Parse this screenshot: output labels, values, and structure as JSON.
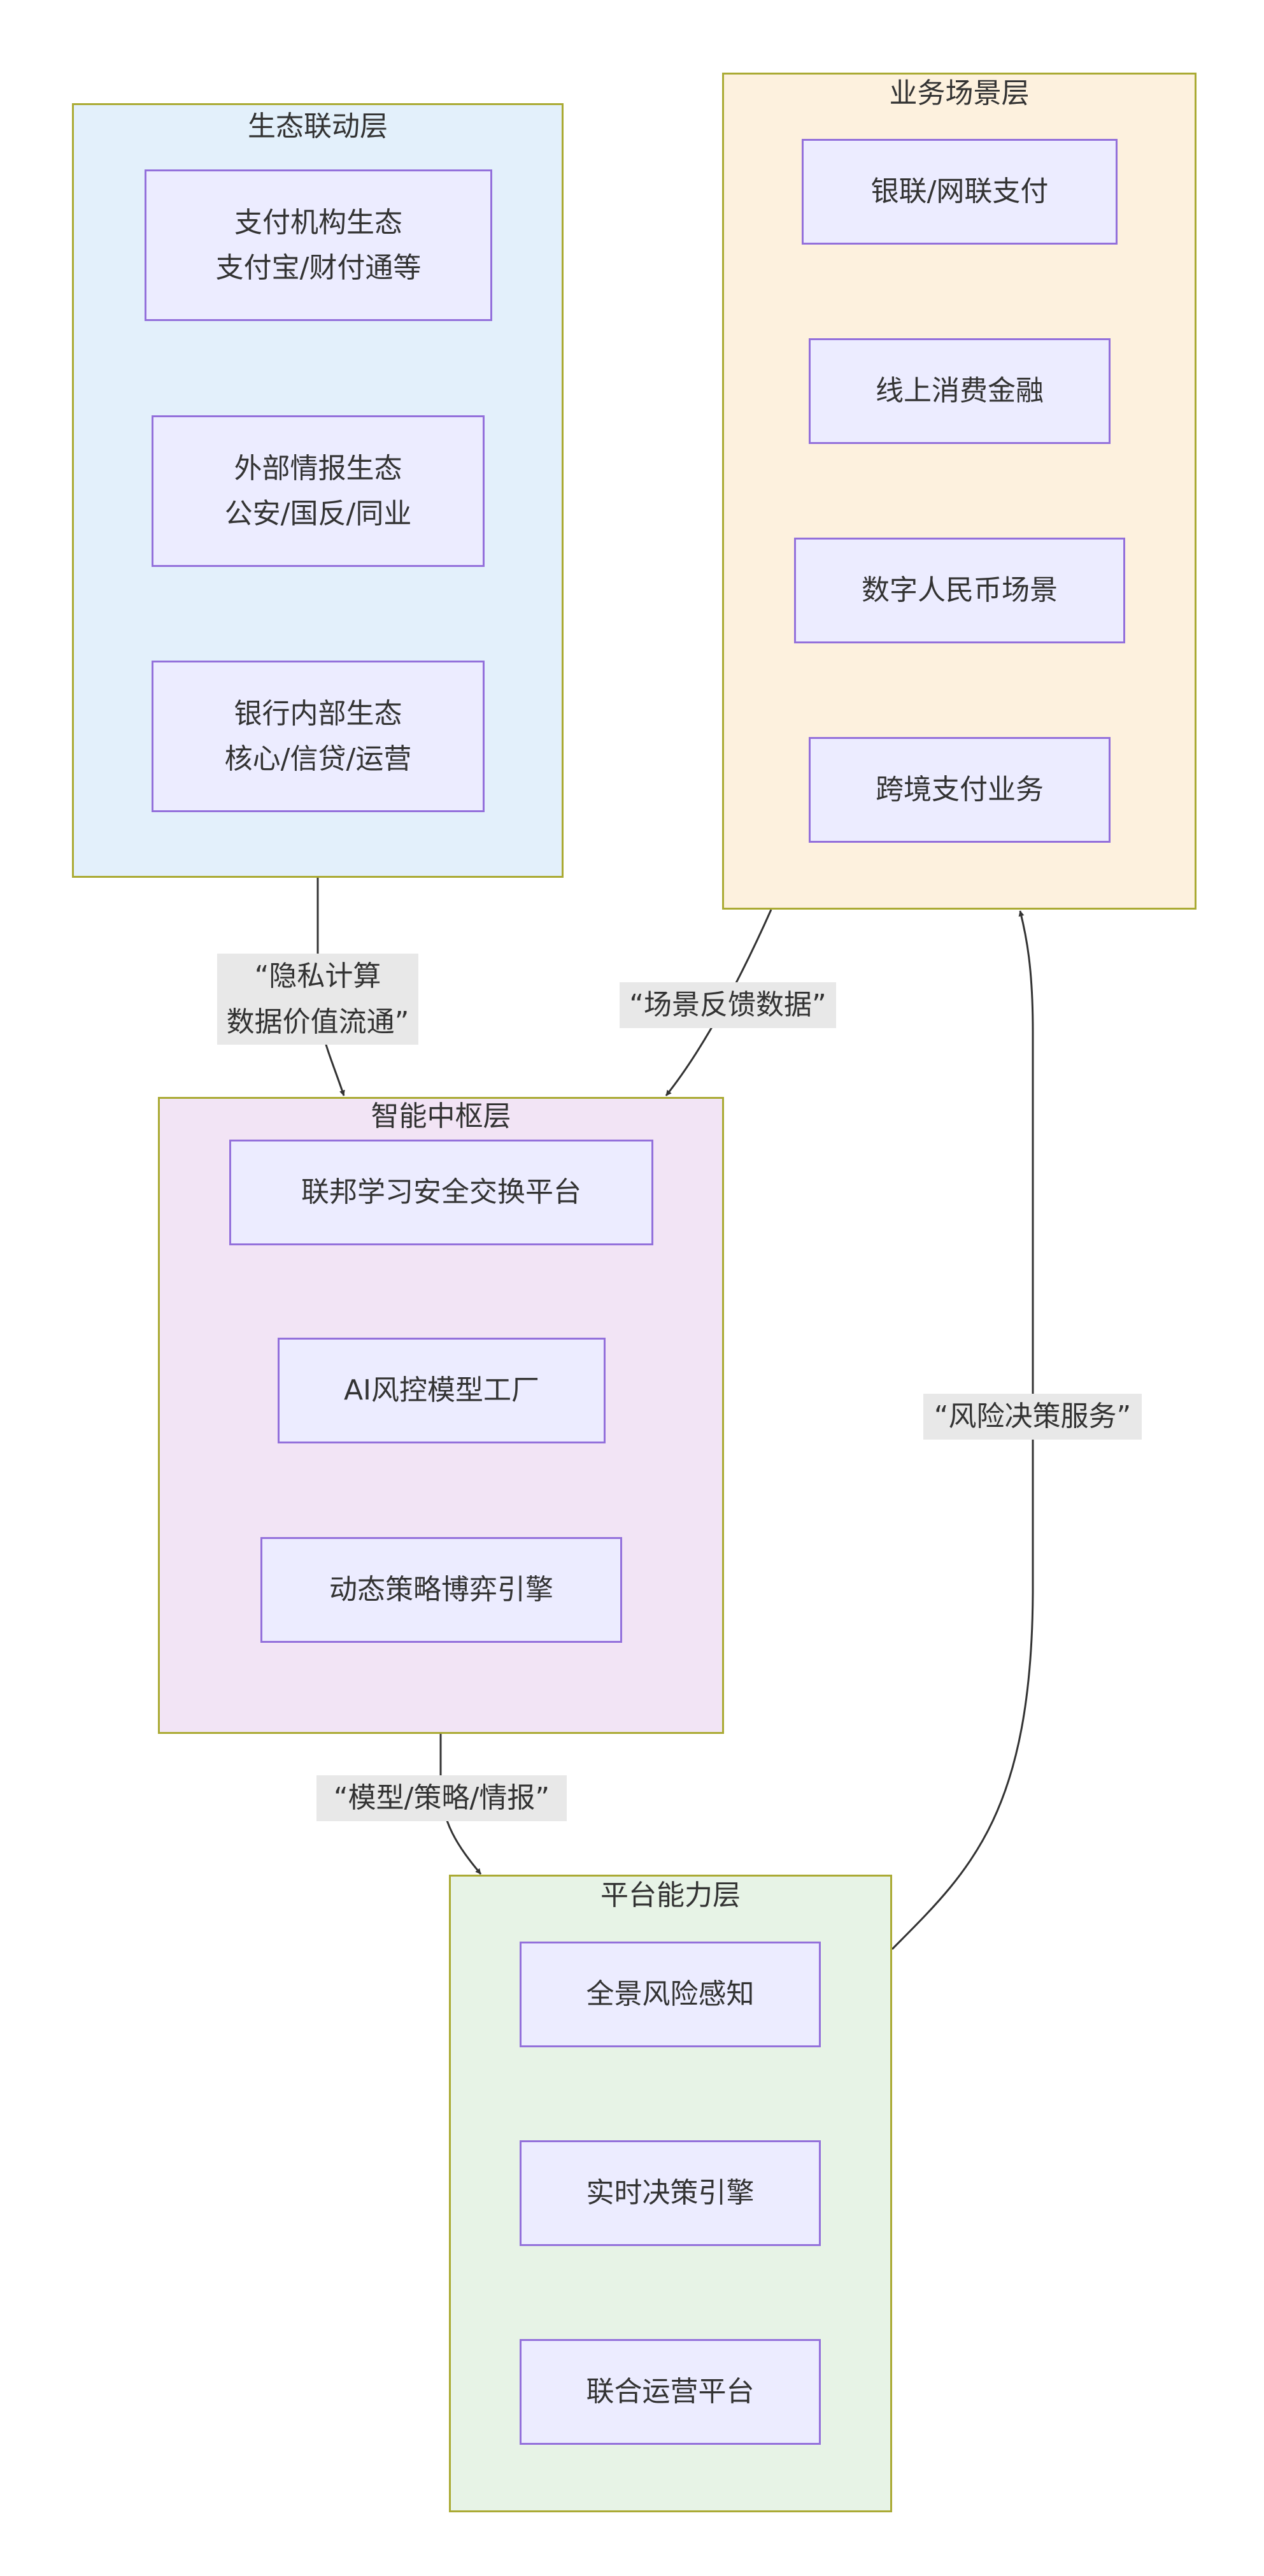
{
  "diagram": {
    "clusters": [
      {
        "id": "ecosystem",
        "title": "生态联动层",
        "fill": "#e3f0fb",
        "nodes": [
          {
            "label": "支付机构生态\n支付宝/财付通等"
          },
          {
            "label": "外部情报生态\n公安/国反/同业"
          },
          {
            "label": "银行内部生态\n核心/信贷/运营"
          }
        ]
      },
      {
        "id": "business",
        "title": "业务场景层",
        "fill": "#fdf1de",
        "nodes": [
          {
            "label": "银联/网联支付"
          },
          {
            "label": "线上消费金融"
          },
          {
            "label": "数字人民币场景"
          },
          {
            "label": "跨境支付业务"
          }
        ]
      },
      {
        "id": "intelligence",
        "title": "智能中枢层",
        "fill": "#f2e4f5",
        "nodes": [
          {
            "label": "联邦学习安全交换平台"
          },
          {
            "label": "AI风控模型工厂"
          },
          {
            "label": "动态策略博弈引擎"
          }
        ]
      },
      {
        "id": "platform",
        "title": "平台能力层",
        "fill": "#e7f3e6",
        "nodes": [
          {
            "label": "全景风险感知"
          },
          {
            "label": "实时决策引擎"
          },
          {
            "label": "联合运营平台"
          }
        ]
      }
    ],
    "edges": [
      {
        "from": "ecosystem",
        "to": "intelligence",
        "label": "“隐私计算\n数据价值流通”"
      },
      {
        "from": "business",
        "to": "intelligence",
        "label": "“场景反馈数据”"
      },
      {
        "from": "intelligence",
        "to": "platform",
        "label": "“模型/策略/情报”"
      },
      {
        "from": "platform",
        "to": "business",
        "label": "“风险决策服务”"
      }
    ],
    "colors": {
      "cluster_border": "#aaaa33",
      "node_fill": "#ececff",
      "node_border": "#9370db",
      "edge_stroke": "#333333",
      "edge_label_bg": "#e8e8e8",
      "text": "#333333"
    }
  }
}
